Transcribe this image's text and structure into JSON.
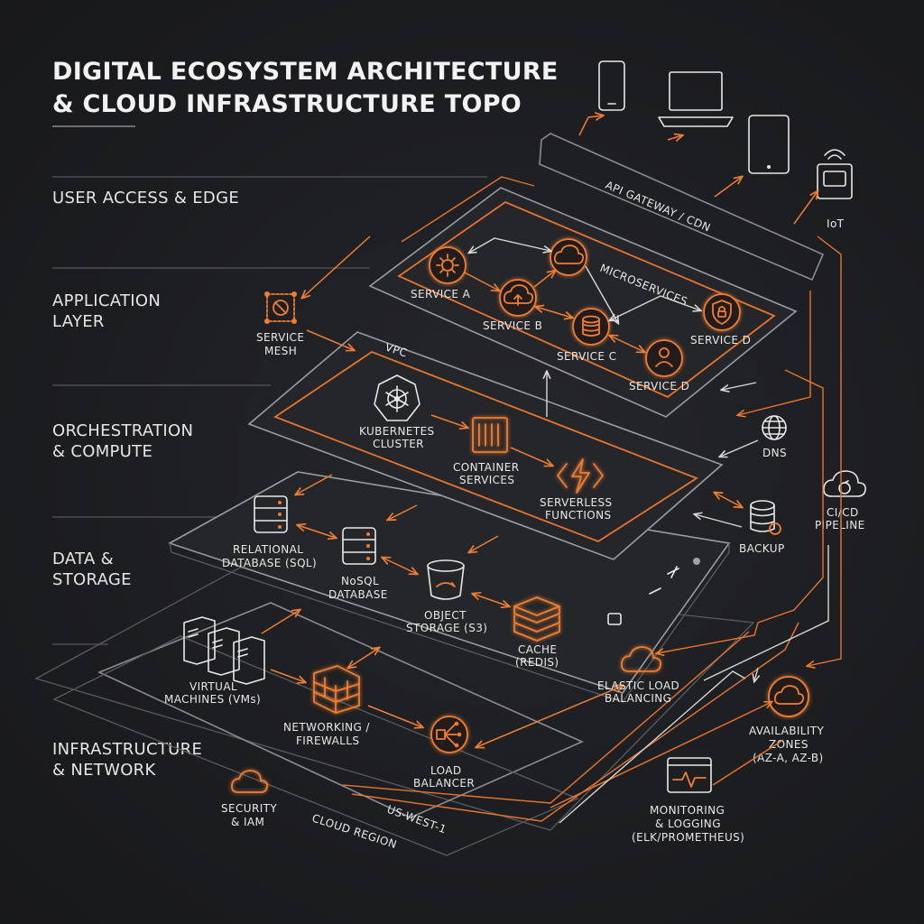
{
  "title": {
    "line1": "DIGITAL ECOSYSTEM ARCHITECTURE",
    "line2": "& CLOUD INFRASTRUCTURE TOPO"
  },
  "layers": [
    {
      "line1": "USER ACCESS & EDGE",
      "line2": ""
    },
    {
      "line1": "APPLICATION",
      "line2": "LAYER"
    },
    {
      "line1": "ORCHESTRATION",
      "line2": "& COMPUTE"
    },
    {
      "line1": "DATA &",
      "line2": "STORAGE"
    },
    {
      "line1": "INFRASTRUCTURE",
      "line2": "& NETWORK"
    }
  ],
  "edge": {
    "gateway": "API GATEWAY / CDN",
    "iot": "IoT",
    "device_icons": [
      "smartphone-icon",
      "laptop-icon",
      "tablet-icon",
      "iot-device-icon"
    ]
  },
  "application": {
    "group_label": "MICROSERVICES",
    "service_a": "SERVICE A",
    "service_b": "SERVICE B",
    "service_c": "SERVICE C",
    "service_d_lock": "SERVICE D",
    "service_d_user": "SERVICE D",
    "mesh_line1": "SERVICE",
    "mesh_line2": "MESH"
  },
  "compute": {
    "vpc": "VPC",
    "k8s_line1": "KUBERNETES",
    "k8s_line2": "CLUSTER",
    "container_line1": "CONTAINER",
    "container_line2": "SERVICES",
    "serverless_line1": "SERVERLESS",
    "serverless_line2": "FUNCTIONS"
  },
  "data": {
    "sql_line1": "RELATIONAL",
    "sql_line2": "DATABASE (SQL)",
    "nosql_line1": "NoSQL",
    "nosql_line2": "DATABASE",
    "s3_line1": "OBJECT",
    "s3_line2": "STORAGE (S3)",
    "cache_line1": "CACHE",
    "cache_line2": "(REDIS)"
  },
  "infra": {
    "vm_line1": "VIRTUAL",
    "vm_line2": "MACHINES (VMs)",
    "fw_line1": "NETWORKING /",
    "fw_line2": "FIREWALLS",
    "lb_line1": "LOAD",
    "lb_line2": "BALANCER",
    "elb_line1": "ELASTIC LOAD",
    "elb_line2": "BALANCING",
    "iam_line1": "SECURITY",
    "iam_line2": "& IAM",
    "region_name": "US-WEST-1",
    "region_label": "CLOUD REGION"
  },
  "side": {
    "dns": "DNS",
    "cicd_line1": "CI/CD",
    "cicd_line2": "PIPELINE",
    "backup": "BACKUP",
    "az_line1": "AVAILABILITY",
    "az_line2": "ZONES",
    "az_line3": "(AZ-A, AZ-B)",
    "mon_line1": "MONITORING",
    "mon_line2": "& LOGGING",
    "mon_line3": "(ELK/PROMETHEUS)"
  },
  "colors": {
    "accent": "#ef7d33",
    "background": "#1c1d20",
    "line": "#9a9ca0",
    "text": "#e8e8e8"
  }
}
